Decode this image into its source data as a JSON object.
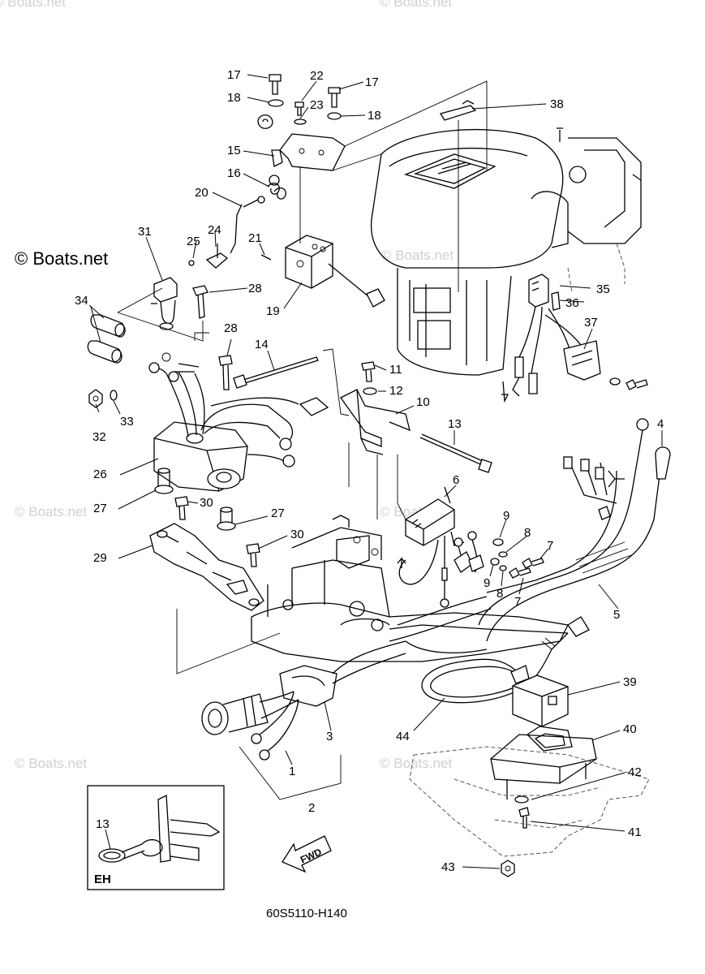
{
  "watermark": {
    "brand": "© Boats.net",
    "faint": "© Boats.net"
  },
  "diagram_code": "60S5110-H140",
  "inset_label": "EH",
  "fwd_label": "FWD",
  "callouts": {
    "c1": "1",
    "c2": "2",
    "c3": "3",
    "c4": "4",
    "c5": "5",
    "c6": "6",
    "c7": "7",
    "c8": "8",
    "c9": "9",
    "c10": "10",
    "c11": "11",
    "c12": "12",
    "c13": "13",
    "c14": "14",
    "c15": "15",
    "c16": "16",
    "c17": "17",
    "c18": "18",
    "c19": "19",
    "c20": "20",
    "c21": "21",
    "c22": "22",
    "c23": "23",
    "c24": "24",
    "c25": "25",
    "c26": "26",
    "c27": "27",
    "c28": "28",
    "c29": "29",
    "c30": "30",
    "c31": "31",
    "c32": "32",
    "c33": "33",
    "c34": "34",
    "c35": "35",
    "c36": "36",
    "c37": "37",
    "c38": "38",
    "c39": "39",
    "c40": "40",
    "c41": "41",
    "c42": "42",
    "c43": "43",
    "c44": "44"
  }
}
